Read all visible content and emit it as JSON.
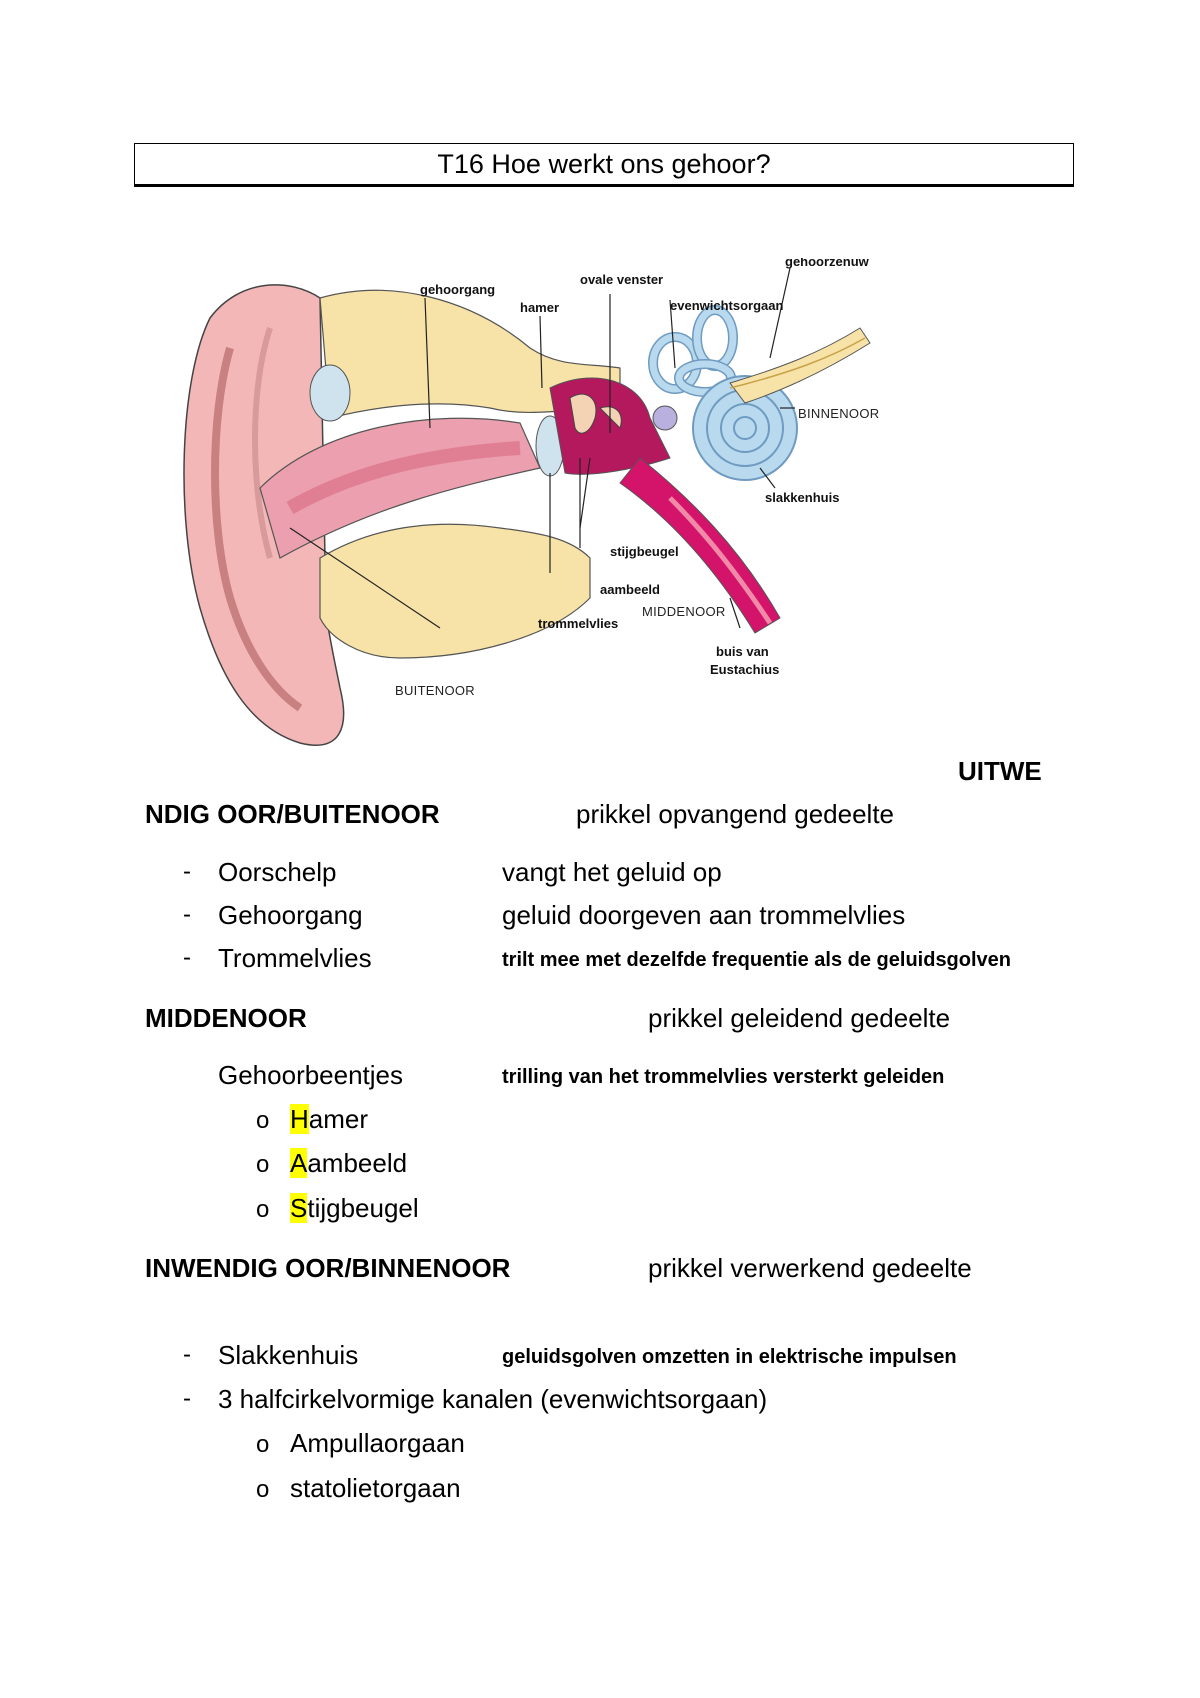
{
  "title": "T16 Hoe werkt ons gehoor?",
  "figure": {
    "labels": {
      "gehoorgang": "gehoorgang",
      "hamer": "hamer",
      "ovale_venster": "ovale venster",
      "gehoorzenuw": "gehoorzenuw",
      "evenwichtsorgaan": "evenwichtsorgaan",
      "binnenoor": "BINNENOOR",
      "slakkenhuis": "slakkenhuis",
      "stijgbeugel": "stijgbeugel",
      "aambeeld": "aambeeld",
      "middenoor": "MIDDENOOR",
      "trommelvlies": "trommelvlies",
      "buis_van": "buis van",
      "eustachius": "Eustachius",
      "buitenoor": "BUITENOOR"
    },
    "colors": {
      "outer_ear": "#f4b7b7",
      "bone": "#f7e2a8",
      "inner_ear": "#b9d9ef",
      "middle_ear": "#d4146a"
    }
  },
  "sections": {
    "outer": {
      "heading_part1": "UITWE",
      "heading_part2": "NDIG OOR/BUITENOOR",
      "function": "prikkel opvangend gedeelte",
      "items": [
        {
          "bullet": "-",
          "name": "Oorschelp",
          "desc": "vangt het geluid op"
        },
        {
          "bullet": "-",
          "name": "Gehoorgang",
          "desc": "geluid doorgeven aan trommelvlies"
        },
        {
          "bullet": "-",
          "name": "Trommelvlies",
          "desc": "trilt mee met dezelfde frequentie als de geluidsgolven"
        }
      ]
    },
    "middle": {
      "heading": "MIDDENOOR",
      "function": "prikkel geleidend gedeelte",
      "sub_name": "Gehoorbeentjes",
      "sub_desc": "trilling van het trommelvlies versterkt geleiden",
      "bones": [
        {
          "bullet": "o",
          "initial": "H",
          "rest": "amer"
        },
        {
          "bullet": "o",
          "initial": "A",
          "rest": "ambeeld"
        },
        {
          "bullet": "o",
          "initial": "S",
          "rest": "tijgbeugel"
        }
      ]
    },
    "inner": {
      "heading": "INWENDIG OOR/BINNENOOR",
      "function": "prikkel verwerkend gedeelte",
      "items": [
        {
          "bullet": "-",
          "name": "Slakkenhuis",
          "desc": "geluidsgolven omzetten in elektrische impulsen"
        },
        {
          "bullet": "-",
          "name": "3 halfcirkelvormige kanalen (evenwichtsorgaan)"
        }
      ],
      "sub_items": [
        {
          "bullet": "o",
          "name": "Ampullaorgaan"
        },
        {
          "bullet": "o",
          "name": "statolietorgaan"
        }
      ]
    }
  }
}
